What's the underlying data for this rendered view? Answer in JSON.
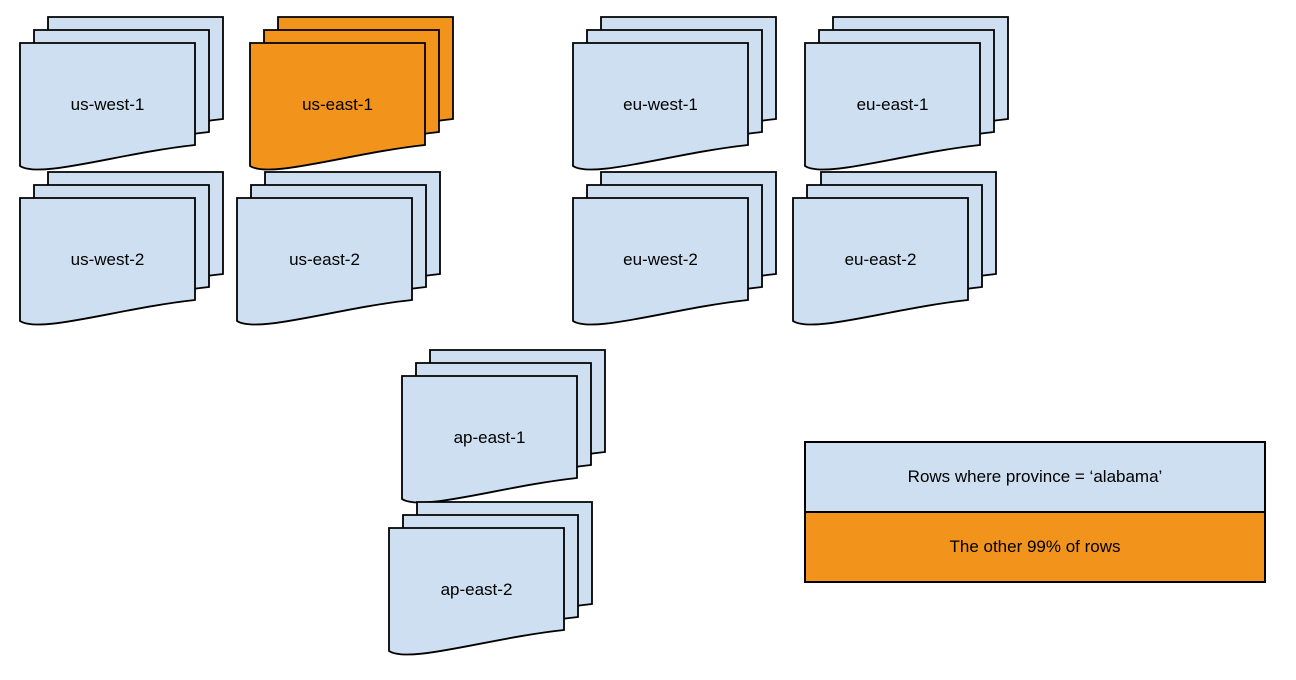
{
  "colors": {
    "region_blue": "#cddff1",
    "highlight_orange": "#f2941c",
    "outline": "#000000",
    "background": "#ffffff"
  },
  "regions": [
    {
      "label": "us-west-1",
      "highlight": false
    },
    {
      "label": "us-east-1",
      "highlight": true
    },
    {
      "label": "eu-west-1",
      "highlight": false
    },
    {
      "label": "eu-east-1",
      "highlight": false
    },
    {
      "label": "us-west-2",
      "highlight": false
    },
    {
      "label": "us-east-2",
      "highlight": false
    },
    {
      "label": "eu-west-2",
      "highlight": false
    },
    {
      "label": "eu-east-2",
      "highlight": false
    },
    {
      "label": "ap-east-1",
      "highlight": false
    },
    {
      "label": "ap-east-2",
      "highlight": false
    }
  ],
  "legend": {
    "items": [
      {
        "label": "Rows where province = ‘alabama’",
        "color_key": "region_blue"
      },
      {
        "label": "The other 99% of rows",
        "color_key": "highlight_orange"
      }
    ]
  }
}
